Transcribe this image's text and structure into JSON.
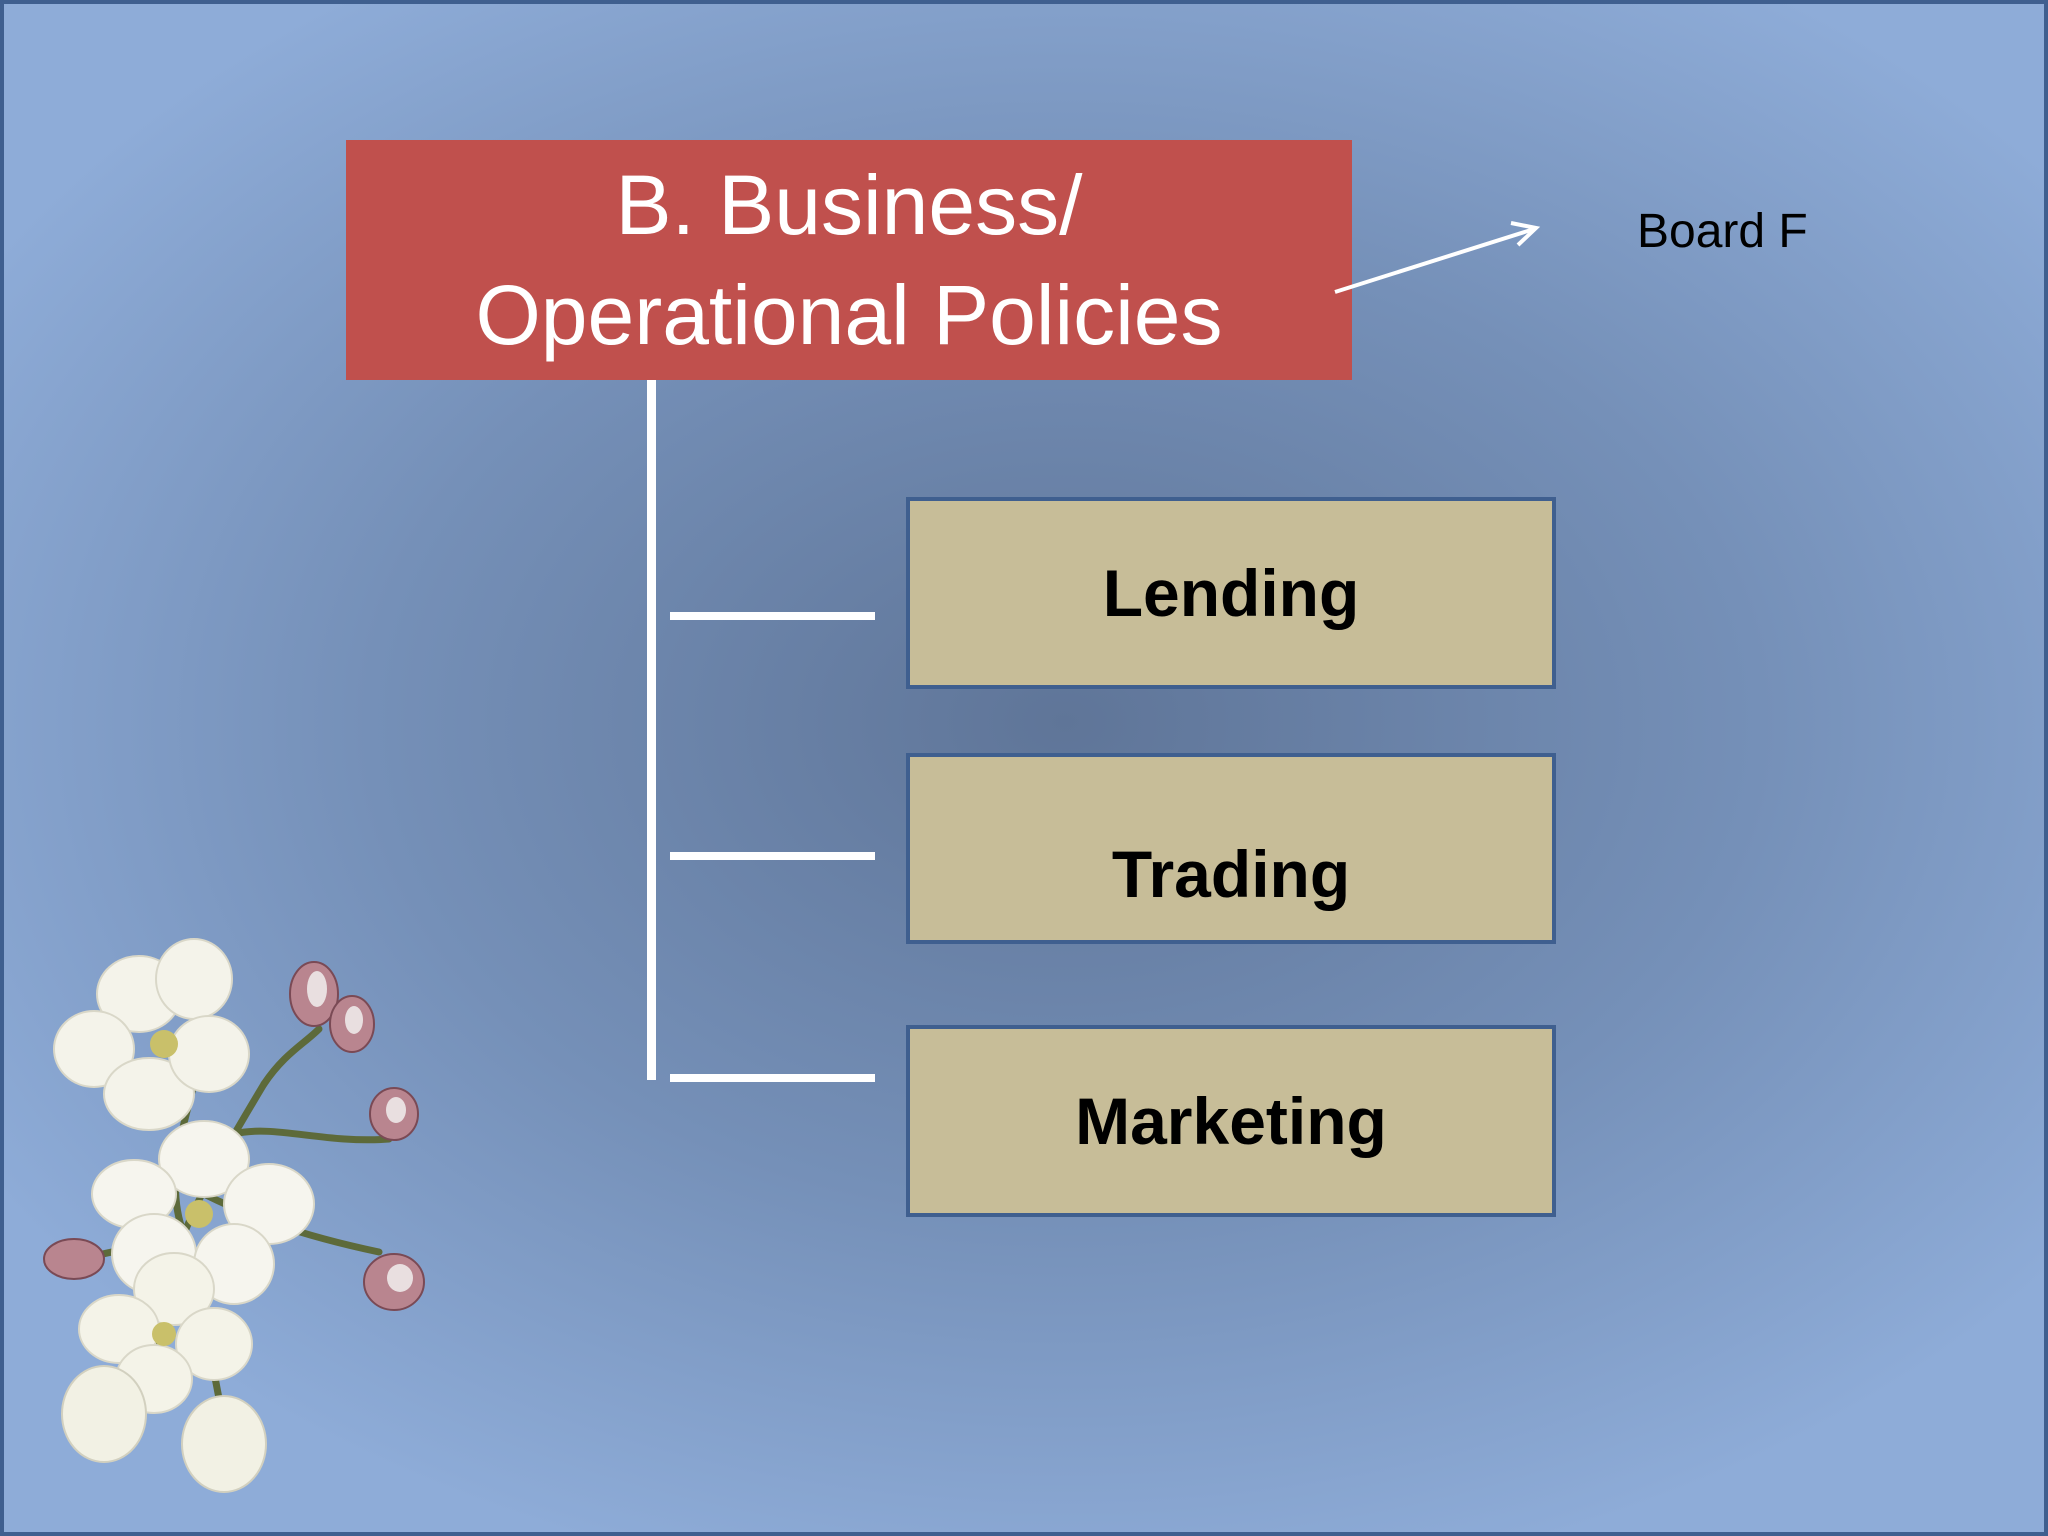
{
  "slide": {
    "title_line1": "B. Business/",
    "title_line2": "Operational Policies",
    "side_label": "Board F",
    "nodes": [
      {
        "label": "Lending"
      },
      {
        "label": "Trading"
      },
      {
        "label": "Marketing"
      }
    ],
    "colors": {
      "title_fill": "#c0504d",
      "node_fill": "#c7bd98",
      "node_border": "#3f5f8f",
      "background": "#7590b8",
      "connector": "#ffffff"
    },
    "decoration": "cherry-blossom-branch"
  }
}
